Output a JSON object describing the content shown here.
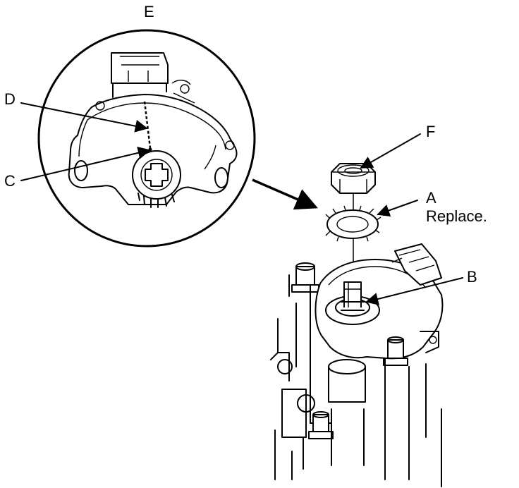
{
  "diagram": {
    "labels": {
      "a": "A",
      "a_note": "Replace.",
      "b": "B",
      "c": "C",
      "d": "D",
      "e": "E",
      "f": "F"
    }
  }
}
